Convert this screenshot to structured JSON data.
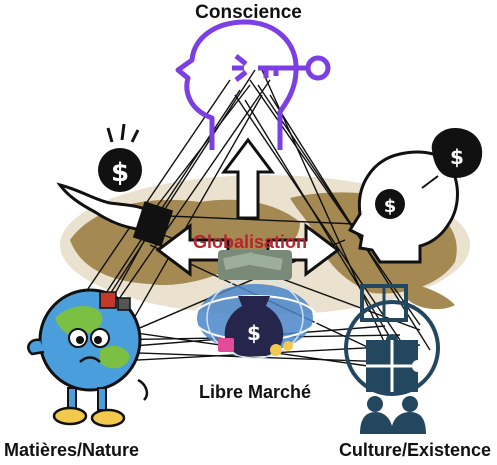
{
  "labels": {
    "top": "Conscience",
    "bottom_left": "Matières/Nature",
    "bottom_right": "Culture/Existence",
    "center_bottom": "Libre Marché",
    "center": "Globalisation"
  },
  "icons": {
    "top": "head-with-key-icon",
    "left": "hand-holding-coin-icon",
    "right": "head-with-bulb-icon",
    "bottom_left": "worried-earth-icon",
    "center": "money-bag-market-icon",
    "bottom_right": "puzzle-people-icon",
    "background": "world-map-icon"
  },
  "symbols": {
    "dollar": "$"
  },
  "colors": {
    "accent": "#7b3fe4",
    "globalisation": "#b5252c",
    "map": "#a48a52",
    "culture": "#244760",
    "market": "#4a86c8"
  }
}
